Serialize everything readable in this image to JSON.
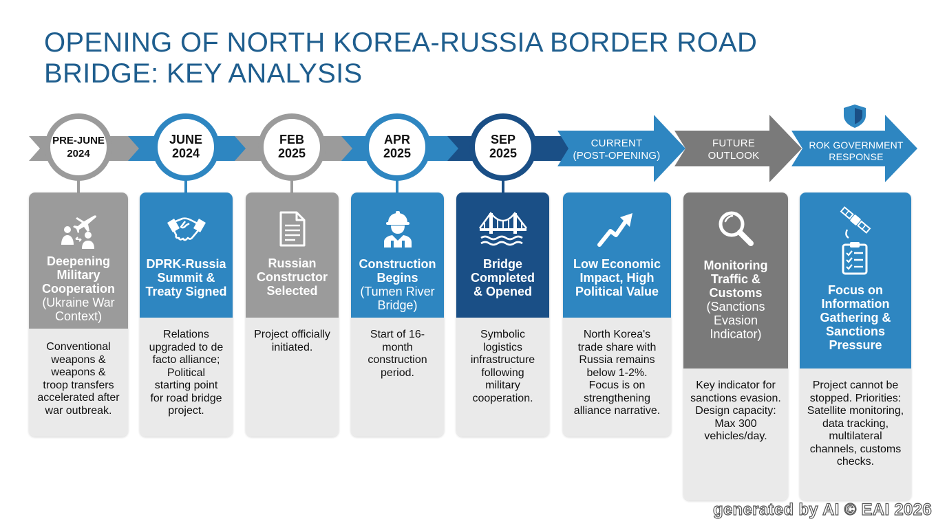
{
  "title": {
    "line1": "OPENING OF NORTH KOREA-RUSSIA BORDER ROAD",
    "line2": "BRIDGE: KEY ANALYSIS"
  },
  "colors": {
    "title": "#1f5e8e",
    "gray": "#9b9b9b",
    "dark_gray": "#7a7a7a",
    "blue": "#2e86c1",
    "mid_blue": "#2b74b2",
    "dark_blue": "#1a4f86",
    "body_bg": "#eaeaea"
  },
  "nodes": [
    {
      "line1": "PRE-JUNE",
      "line2": "2024"
    },
    {
      "line1": "JUNE",
      "line2": "2024"
    },
    {
      "line1": "FEB",
      "line2": "2025"
    },
    {
      "line1": "APR",
      "line2": "2025"
    },
    {
      "line1": "SEP",
      "line2": "2025"
    }
  ],
  "arrows": [
    {
      "line1": "CURRENT",
      "line2": "(POST-OPENING)"
    },
    {
      "line1": "FUTURE",
      "line2": "OUTLOOK"
    },
    {
      "line1": "ROK GOVERNMENT",
      "line2": "RESPONSE"
    }
  ],
  "cards": [
    {
      "icon": "plane-soldiers-icon",
      "title": "Deepening Military Cooperation",
      "sub": "(Ukraine War Context)",
      "body": "Conventional weapons & weapons & troop transfers accelerated after war outbreak."
    },
    {
      "icon": "handshake-icon",
      "title": "DPRK-Russia Summit & Treaty Signed",
      "sub": "",
      "body": "Relations upgraded to de facto alliance; Political starting point for road bridge project."
    },
    {
      "icon": "document-icon",
      "title": "Russian Constructor Selected",
      "sub": "",
      "body": "Project officially initiated."
    },
    {
      "icon": "construction-worker-icon",
      "title": "Construction Begins",
      "sub": "(Tumen River Bridge)",
      "body": "Start of 16-month construction period."
    },
    {
      "icon": "bridge-icon",
      "title": "Bridge Completed & Opened",
      "sub": "",
      "body": "Symbolic logistics infrastructure following military cooperation."
    },
    {
      "icon": "trend-arrow-icon",
      "title": "Low Economic Impact, High Political Value",
      "sub": "",
      "body": "North Korea's trade share with Russia remains below 1-2%. Focus is on strengthening alliance narrative."
    },
    {
      "icon": "magnifier-icon",
      "title": "Monitoring Traffic & Customs",
      "sub": "(Sanctions Evasion Indicator)",
      "body": "Key indicator for sanctions evasion. Design capacity: Max 300 vehicles/day."
    },
    {
      "icon": "satellite-checklist-icon",
      "title": "Focus on Information Gathering & Sanctions Pressure",
      "sub": "",
      "body": "Project cannot be stopped. Priorities: Satellite monitoring, data tracking, multilateral channels, customs checks."
    }
  ],
  "shield_icon": "shield-icon",
  "watermark": "generated by AI © EAI 2026"
}
